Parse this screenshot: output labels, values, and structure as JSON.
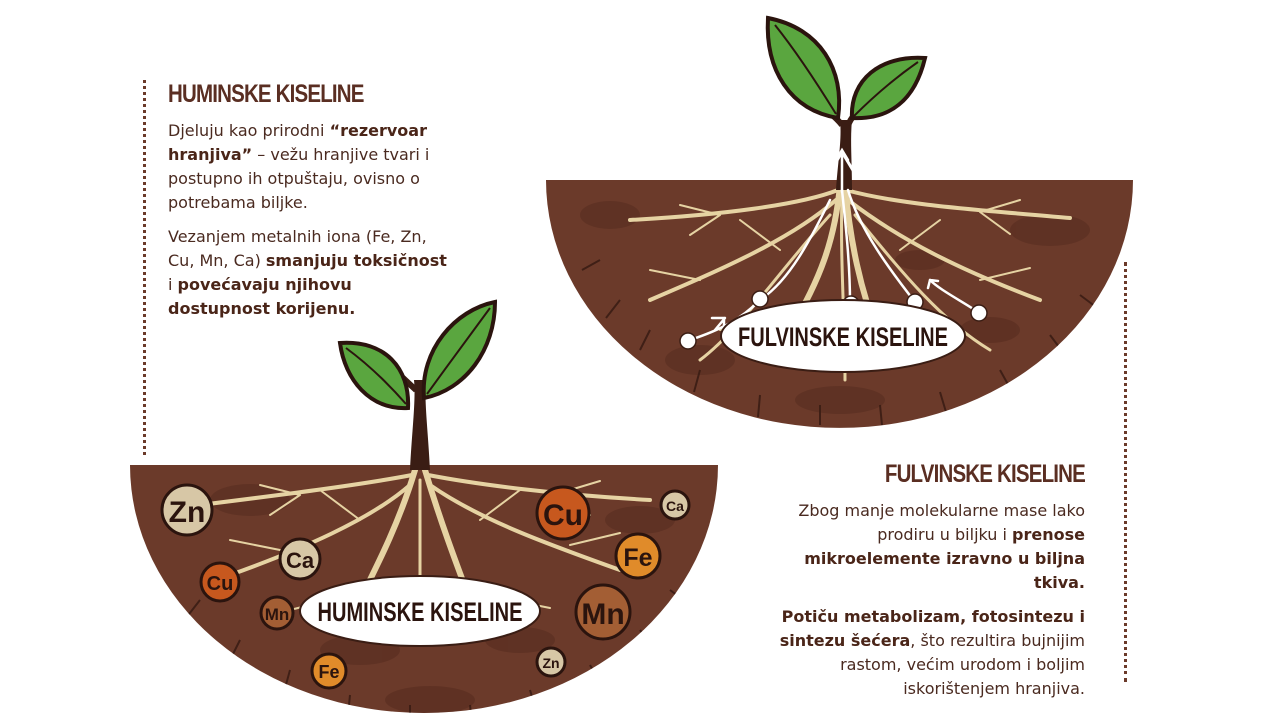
{
  "left_panel": {
    "title": "HUMINSKE KISELINE",
    "p1": {
      "t1": "Djeluju kao prirodni ",
      "b1": "“rezervoar hranjiva”",
      "t2": " – vežu hranjive tvari i postupno ih otpuštaju, ovisno o potrebama biljke."
    },
    "p2": {
      "t1": "Vezanjem metalnih iona (Fe, Zn, Cu, Mn, Ca) ",
      "b1": "smanjuju toksičnost",
      "t2": " i ",
      "b2": "povećavaju njihovu dostupnost korijenu."
    }
  },
  "right_panel": {
    "title": "FULVINSKE KISELINE",
    "p1": {
      "t1": "Zbog manje molekularne mase lako prodiru u biljku i ",
      "b1": "prenose mikroelemente izravno u biljna tkiva."
    },
    "p2": {
      "b1": "Potiču metabolizam, fotosintezu i sintezu šećera",
      "t1": ", što rezultira bujnijim rastom, većim urodom i boljim iskorištenjem hranjiva."
    }
  },
  "humic_diagram": {
    "label": "HUMINSKE KISELINE",
    "ions": [
      {
        "symbol": "Zn",
        "color": "#d7c7a6"
      },
      {
        "symbol": "Ca",
        "color": "#d7c7a6"
      },
      {
        "symbol": "Cu",
        "color": "#c7581e"
      },
      {
        "symbol": "Mn",
        "color": "#a35e34"
      },
      {
        "symbol": "Fe",
        "color": "#e08b2a"
      },
      {
        "symbol": "Cu",
        "color": "#c7581e"
      },
      {
        "symbol": "Fe",
        "color": "#e08b2a"
      },
      {
        "symbol": "Mn",
        "color": "#a35e34"
      },
      {
        "symbol": "Ca",
        "color": "#d7c7a6"
      },
      {
        "symbol": "Zn",
        "color": "#d7c7a6"
      }
    ]
  },
  "fulvic_diagram": {
    "label": "FULVINSKE KISELINE"
  },
  "colors": {
    "soil": "#6b3a2a",
    "soil_dark": "#4a2419",
    "root": "#e6d3a3",
    "leaf": "#5aa63f",
    "stem": "#3a1d14",
    "text_brown": "#5a2e22"
  }
}
